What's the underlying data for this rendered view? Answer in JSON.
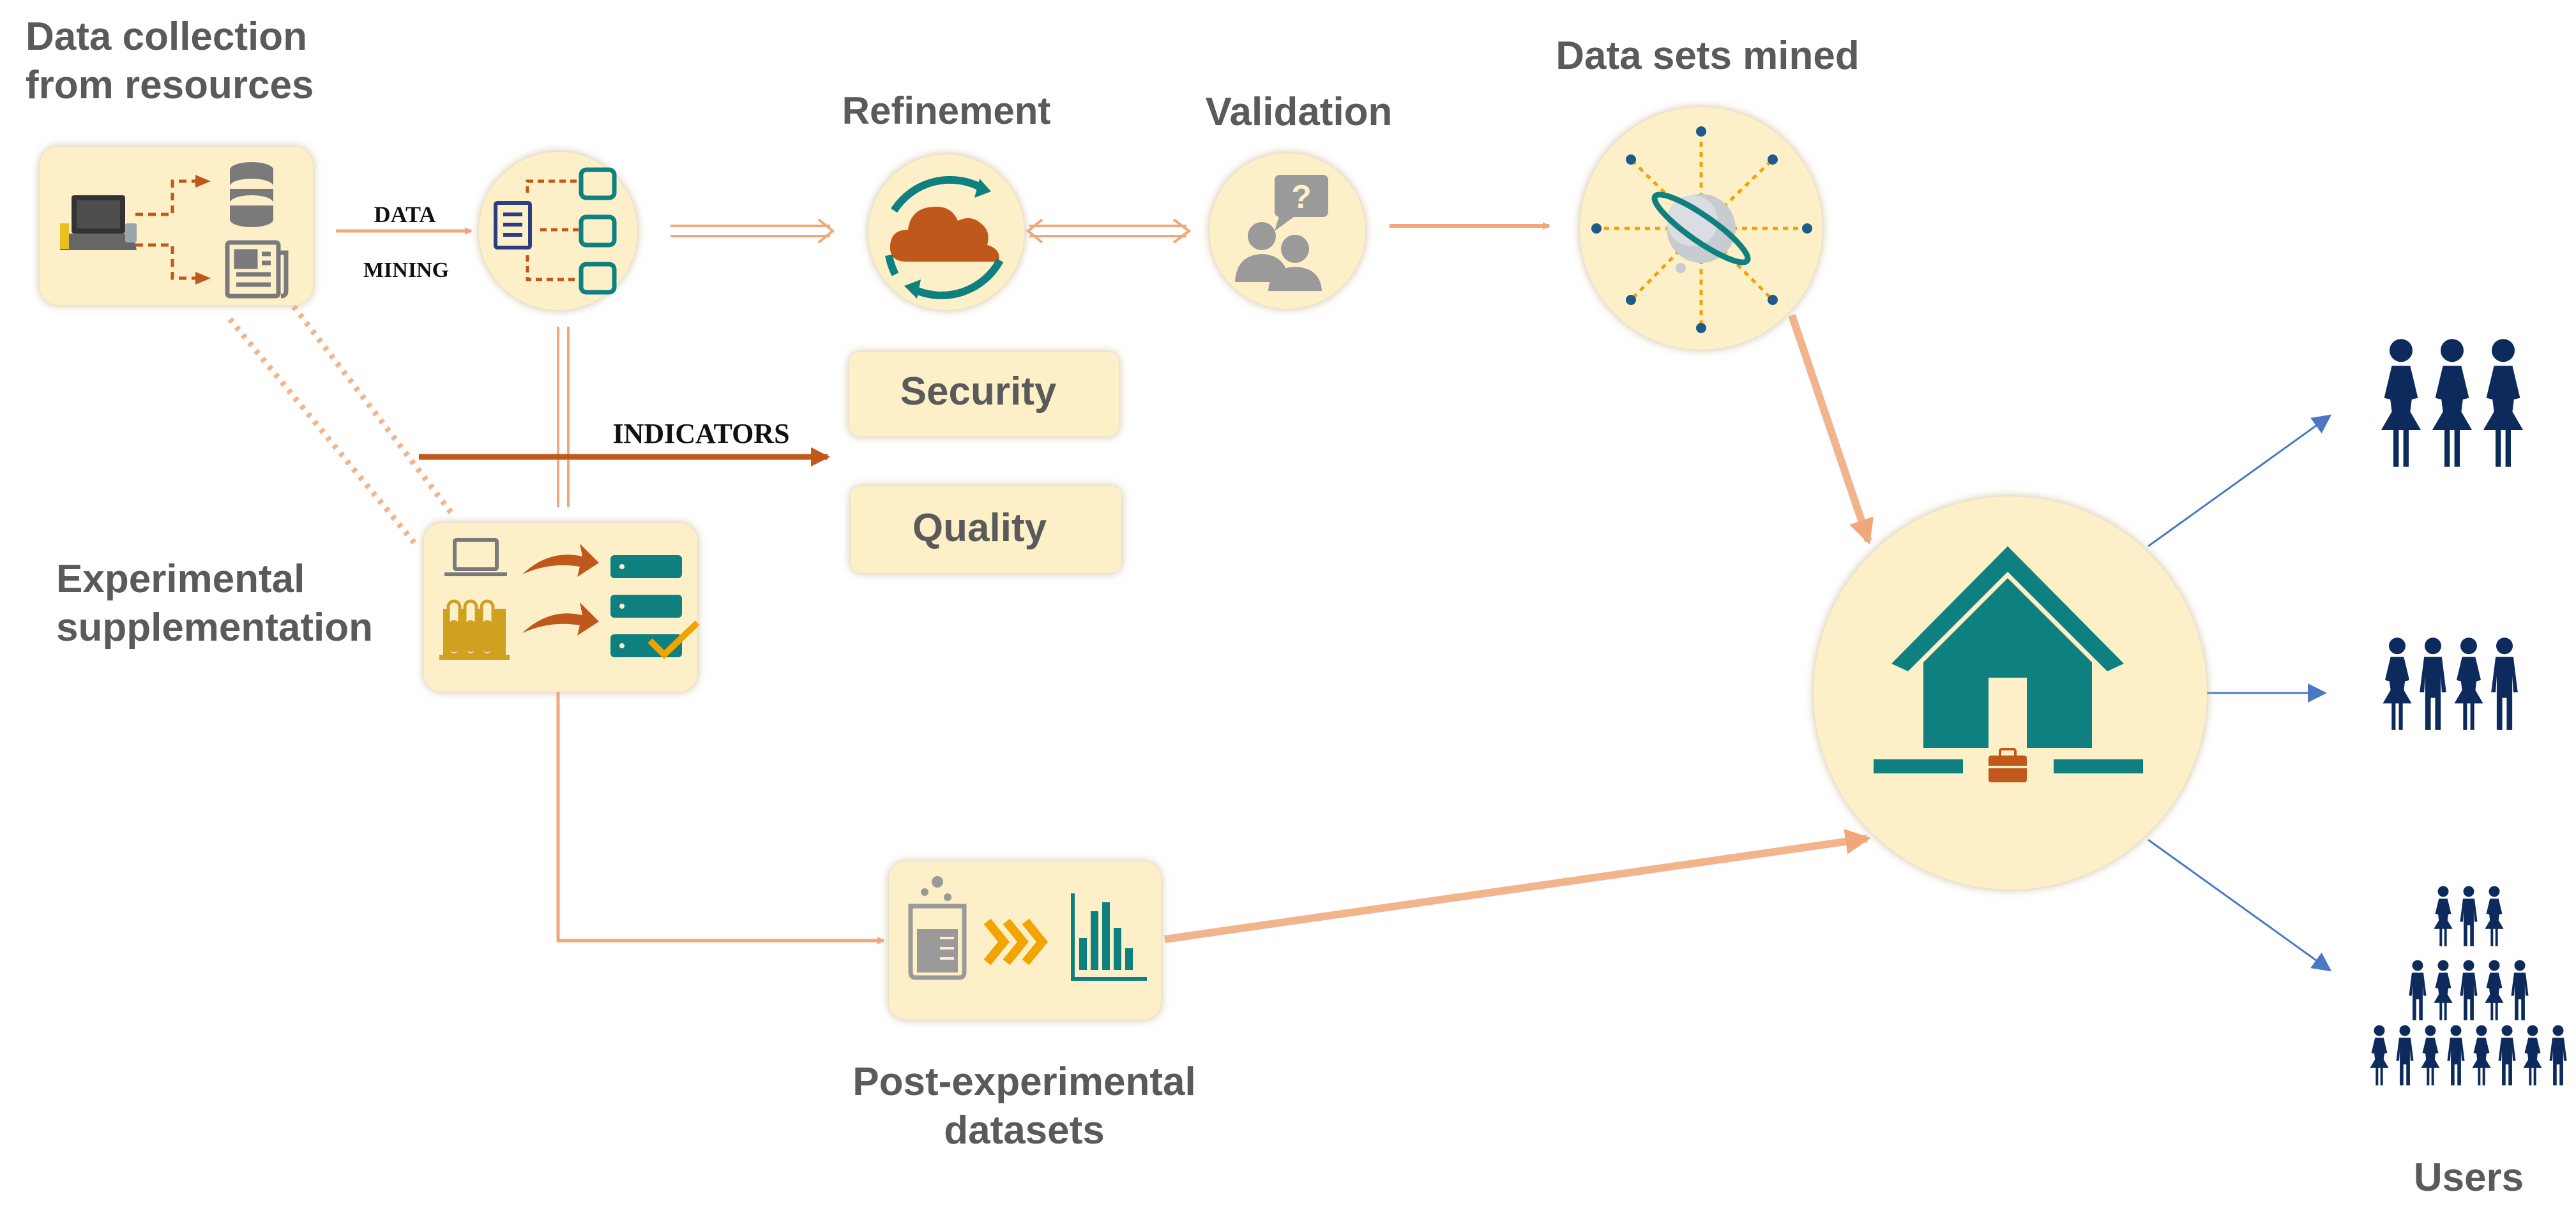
{
  "colors": {
    "node_fill": "#fdf0c8",
    "node_shadow": "#d9c9a6",
    "flow_arrow": "#f2b48c",
    "dark_arrow": "#c0581b",
    "teal": "#0f8080",
    "navy": "#0d2a5c",
    "user_arrow": "#4a78c4",
    "label_text": "#5a5a5a"
  },
  "labels": {
    "collection": [
      "Data collection",
      "from resources"
    ],
    "refinement": "Refinement",
    "validation": "Validation",
    "mined": "Data sets mined",
    "security": "Security",
    "quality": "Quality",
    "experimental": [
      "Experimental",
      "supplementation"
    ],
    "post": [
      "Post-experimental",
      "datasets"
    ],
    "users": "Users"
  },
  "edge_labels": {
    "data": "DATA",
    "mining": "MINING",
    "indicators": "INDICATORS"
  },
  "nodes": {
    "collection": {
      "icons": [
        "laptop-icon",
        "database-icon",
        "newspaper-icon"
      ]
    },
    "mining": {
      "icons": [
        "checklist-icon",
        "flowchart-icon"
      ]
    },
    "refinement": {
      "icons": [
        "cloud-sync-icon"
      ]
    },
    "validation": {
      "icons": [
        "question-users-icon"
      ]
    },
    "mined": {
      "icons": [
        "planet-network-icon"
      ]
    },
    "experimental": {
      "icons": [
        "laptop-icon",
        "test-tubes-icon",
        "server-check-icon"
      ]
    },
    "post": {
      "icons": [
        "beaker-icon",
        "chevrons-icon",
        "bar-chart-icon"
      ]
    },
    "hub": {
      "icons": [
        "house-icon",
        "briefcase-icon"
      ]
    },
    "user_groups": [
      {
        "name": "user-group-small",
        "count": 3
      },
      {
        "name": "user-group-medium",
        "count": 4
      },
      {
        "name": "user-group-large",
        "count": 16
      }
    ]
  }
}
